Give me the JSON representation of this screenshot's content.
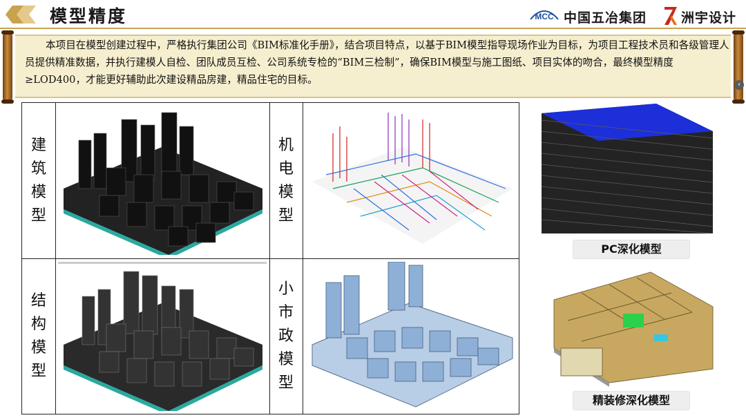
{
  "header": {
    "title": "模型精度",
    "logo_mcc_text": "中国五冶集团",
    "logo_mcc_mark": "MCC",
    "logo_zy_text": "洲宇设计"
  },
  "intro": {
    "text": "本项目在模型创建过程中，严格执行集团公司《BIM标准化手册》，结合项目特点，以基于BIM模型指导现场作业为目标，为项目工程技术员和各级管理人员提供精准数据，并执行建模人自检、团队成员互检、公司系统专检的“BIM三检制”，确保BIM模型与施工图纸、项目实体的吻合，最终模型精度≥LOD400，才能更好辅助此次建设精品房建，精品住宅的目标。"
  },
  "models": {
    "building": [
      "建",
      "筑",
      "模",
      "型"
    ],
    "mep": [
      "机",
      "电",
      "模",
      "型"
    ],
    "structure": [
      "结",
      "构",
      "模",
      "型"
    ],
    "municipal": [
      "小",
      "市",
      "政",
      "模",
      "型"
    ]
  },
  "captions": {
    "pc": "PC深化模型",
    "decor": "精装修深化模型"
  },
  "colors": {
    "accent": "#c9a24e",
    "scroll_bg": "#f6efcf",
    "rod": "#8b5a20",
    "mcc_blue": "#1d4fa0",
    "zy_red": "#c8281e"
  }
}
